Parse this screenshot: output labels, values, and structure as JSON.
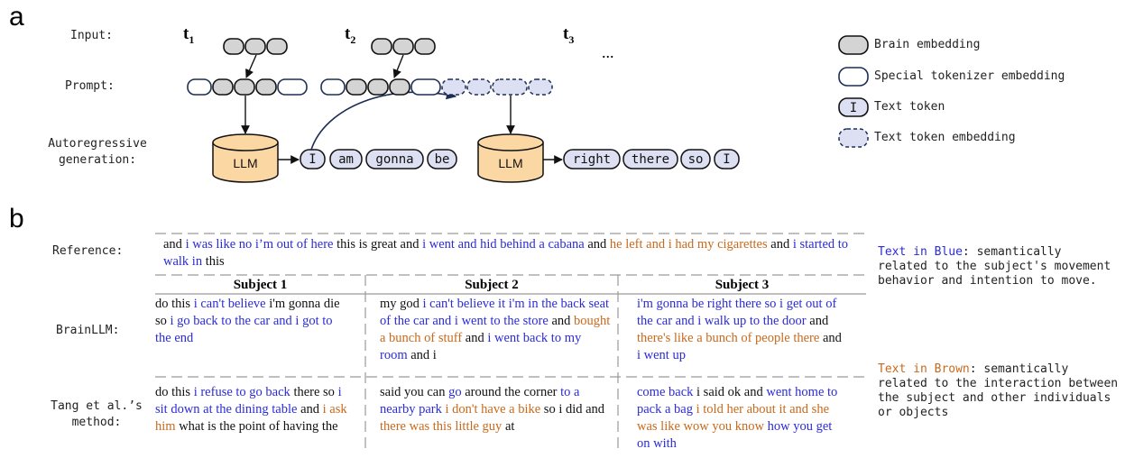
{
  "panels": {
    "a": "a",
    "b": "b"
  },
  "panel_a": {
    "row_labels": {
      "input": "Input:",
      "prompt": "Prompt:",
      "autoregressive": [
        "Autoregressive",
        "generation:"
      ]
    },
    "timesteps": [
      {
        "t": "t",
        "sub": "1"
      },
      {
        "t": "t",
        "sub": "2"
      },
      {
        "t": "t",
        "sub": "3"
      }
    ],
    "ellipsis": "...",
    "llm_label": "LLM",
    "tokens_1": [
      "I",
      "am",
      "gonna",
      "be"
    ],
    "tokens_2": [
      "right",
      "there",
      "so",
      "I"
    ]
  },
  "legend": [
    {
      "icon": "brain-embedding",
      "label": "Brain embedding"
    },
    {
      "icon": "special-tokenizer-embedding",
      "label": "Special tokenizer embedding"
    },
    {
      "icon": "text-token",
      "glyph": "I",
      "label": "Text token"
    },
    {
      "icon": "text-token-embedding",
      "label": "Text token embedding"
    }
  ],
  "panel_b": {
    "row_labels": {
      "reference": "Reference:",
      "brainllm": "BrainLLM:",
      "tang": [
        "Tang et al.’s",
        "method:"
      ]
    },
    "reference": [
      {
        "c": "k",
        "t": "and "
      },
      {
        "c": "b",
        "t": "i was like no i’m out of here"
      },
      {
        "c": "k",
        "t": " this is great and "
      },
      {
        "c": "b",
        "t": "i went and hid behind a cabana"
      },
      {
        "c": "k",
        "t": " and "
      },
      {
        "c": "o",
        "t": "he left and i had my cigarettes"
      },
      {
        "c": "k",
        "t": " and "
      },
      {
        "c": "b",
        "t": "i started to walk in"
      },
      {
        "c": "k",
        "t": " this"
      }
    ],
    "subjects": [
      "Subject 1",
      "Subject 2",
      "Subject 3"
    ],
    "brainllm": [
      [
        {
          "c": "k",
          "t": "do this "
        },
        {
          "c": "b",
          "t": "i can't believe"
        },
        {
          "c": "k",
          "t": " i'm gonna die so "
        },
        {
          "c": "b",
          "t": "i go back to the car and i got to the end"
        }
      ],
      [
        {
          "c": "k",
          "t": "my god "
        },
        {
          "c": "b",
          "t": "i can't believe it i'm in the back seat of the car and i went to the store"
        },
        {
          "c": "k",
          "t": " and "
        },
        {
          "c": "o",
          "t": "bought a bunch of stuff"
        },
        {
          "c": "k",
          "t": " and "
        },
        {
          "c": "b",
          "t": "i went back to my room"
        },
        {
          "c": "k",
          "t": " and i"
        }
      ],
      [
        {
          "c": "b",
          "t": "i'm gonna be right there so i get out of the car and i walk up to the door"
        },
        {
          "c": "k",
          "t": " and "
        },
        {
          "c": "o",
          "t": "there's like a bunch of people there"
        },
        {
          "c": "k",
          "t": " and "
        },
        {
          "c": "b",
          "t": "i went up"
        }
      ]
    ],
    "tang": [
      [
        {
          "c": "k",
          "t": "do this "
        },
        {
          "c": "b",
          "t": "i refuse to go back"
        },
        {
          "c": "k",
          "t": " there so "
        },
        {
          "c": "b",
          "t": "i sit down at the dining table"
        },
        {
          "c": "k",
          "t": " and "
        },
        {
          "c": "o",
          "t": "i ask him"
        },
        {
          "c": "k",
          "t": " what is the point of having the"
        }
      ],
      [
        {
          "c": "k",
          "t": "said you can "
        },
        {
          "c": "b",
          "t": "go"
        },
        {
          "c": "k",
          "t": " around the corner "
        },
        {
          "c": "b",
          "t": "to a nearby park"
        },
        {
          "c": "k",
          "t": " "
        },
        {
          "c": "o",
          "t": "i don't have a bike"
        },
        {
          "c": "k",
          "t": " so i did and "
        },
        {
          "c": "o",
          "t": "there was this little guy"
        },
        {
          "c": "k",
          "t": " at"
        }
      ],
      [
        {
          "c": "b",
          "t": "come back"
        },
        {
          "c": "k",
          "t": " i said ok and "
        },
        {
          "c": "b",
          "t": "went home to pack a bag"
        },
        {
          "c": "k",
          "t": " "
        },
        {
          "c": "o",
          "t": "i told her about it and she was like wow you know"
        },
        {
          "c": "k",
          "t": " "
        },
        {
          "c": "b",
          "t": "how you get on with"
        }
      ]
    ],
    "notes": [
      {
        "c": "b",
        "lead": "Text in Blue",
        "rest": ": semantically related to the subject's movement behavior and intention to move."
      },
      {
        "c": "o",
        "lead": "Text in Brown",
        "rest": ": semantically related to the interaction between the subject and other individuals or objects"
      }
    ]
  },
  "colors": {
    "blue_text": "#2b2bd9",
    "brown_text": "#c8691c",
    "brain_fill": "#d4d4d4",
    "token_fill": "#dce0f2",
    "llm_fill": "#fbd7a4",
    "dark_blue": "#1d2d55"
  }
}
